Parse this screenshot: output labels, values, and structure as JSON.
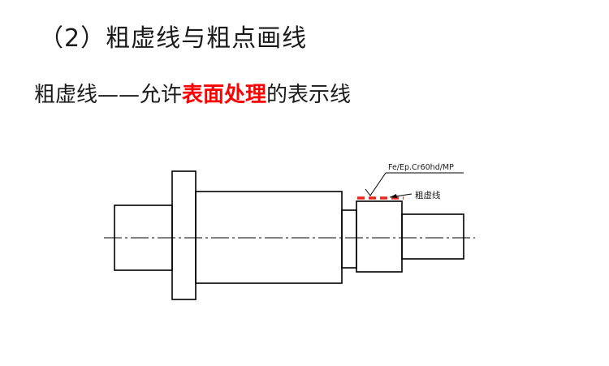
{
  "slide": {
    "title": "（2）粗虚线与粗点画线",
    "line_name": "粗虚线",
    "dash": "——",
    "desc_before": "允许",
    "desc_highlight": "表面处理",
    "desc_after": "的表示线",
    "highlight_color": "#ff0000"
  },
  "drawing": {
    "annotation": "Fe/Ep.Cr60hd/MP",
    "leader_label": "粗虚线",
    "thick_dashed_color": "#e8261c",
    "outline_color": "#000000"
  }
}
